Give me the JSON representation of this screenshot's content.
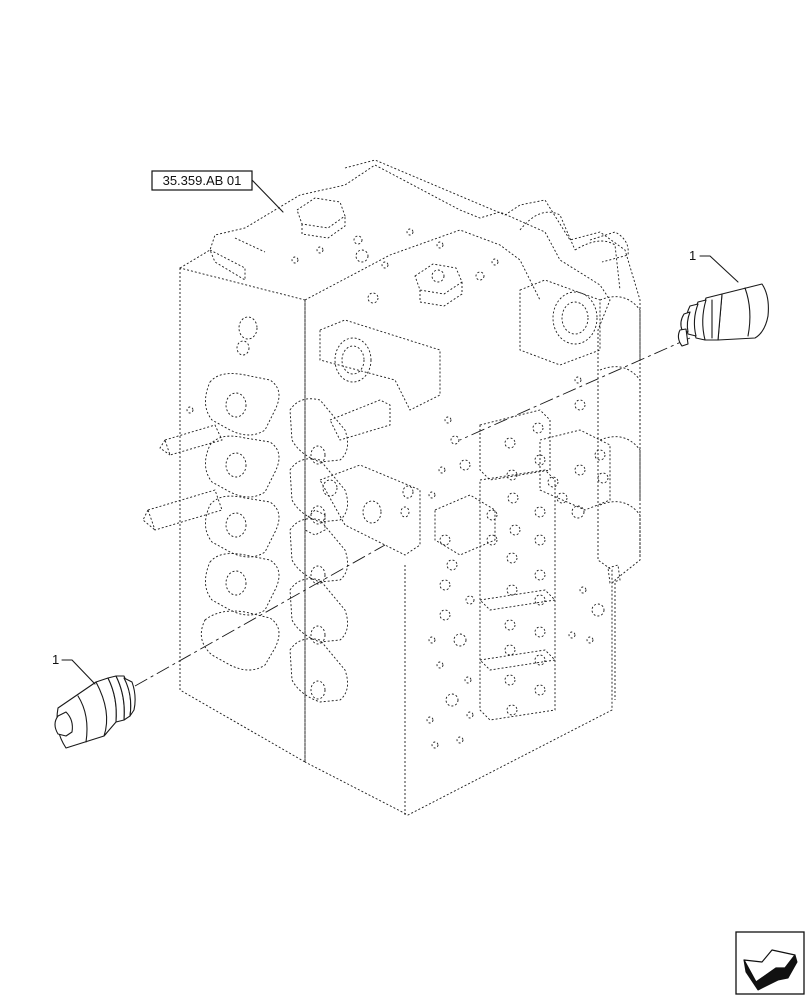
{
  "diagram": {
    "reference_label": "35.359.AB 01",
    "callouts": [
      {
        "id": "callout-right",
        "text": "1"
      },
      {
        "id": "callout-left",
        "text": "1"
      }
    ]
  }
}
